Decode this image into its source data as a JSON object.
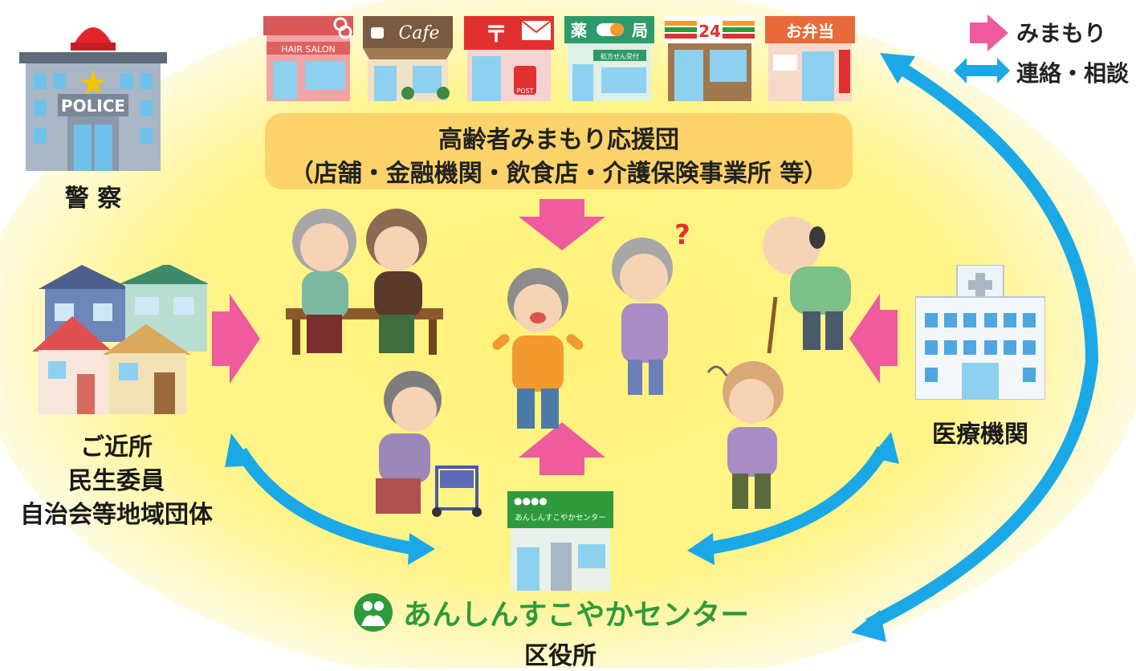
{
  "colors": {
    "background_glow": "#fff27a",
    "watch_arrow": "#ef5b9c",
    "contact_arrow": "#1aa9e6",
    "banner": "#fcd36a",
    "center_brand_green": "#2e9a3c"
  },
  "legend": {
    "watch": "みまもり",
    "contact": "連絡・相談"
  },
  "nodes": {
    "police": {
      "icon": "police-station-icon",
      "sign": "POLICE",
      "label": "警 察"
    },
    "neighbors": {
      "icon": "houses-icon",
      "lines": [
        "ご近所",
        "民生委員",
        "自治会等地域団体"
      ]
    },
    "medical": {
      "icon": "hospital-icon",
      "label": "医療機関"
    },
    "center": {
      "icon": "center-building-icon",
      "sign_dots": "●●●●",
      "sign": "あんしんすこやかセンター",
      "name": "あんしんすこやかセンター",
      "sub": "区役所"
    }
  },
  "banner": {
    "line1": "高齢者みまもり応援団",
    "line2": "（店舗・金融機関・飲食店・介護保険事業所 等）"
  },
  "shops": [
    {
      "icon": "hair-salon-icon",
      "sign": "HAIR SALON"
    },
    {
      "icon": "cafe-icon",
      "sign": "Cafe"
    },
    {
      "icon": "post-office-icon",
      "sign": "POST"
    },
    {
      "icon": "pharmacy-icon",
      "sign_left": "薬",
      "sign_right": "局",
      "sub": "処方せん受付"
    },
    {
      "icon": "convenience-store-icon",
      "sign": "24"
    },
    {
      "icon": "bento-shop-icon",
      "sign": "お弁当"
    }
  ],
  "people": [
    {
      "icon": "elderly-couple-on-bench-icon"
    },
    {
      "icon": "happy-elderly-man-icon"
    },
    {
      "icon": "confused-elderly-woman-icon",
      "mark": "?"
    },
    {
      "icon": "elderly-man-with-cane-icon"
    },
    {
      "icon": "elderly-woman-with-walker-icon"
    },
    {
      "icon": "dizzy-elderly-woman-icon"
    }
  ]
}
